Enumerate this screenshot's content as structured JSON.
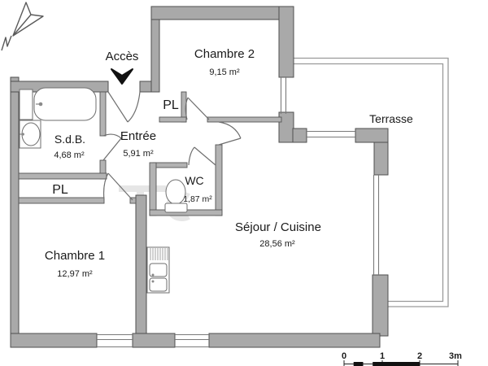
{
  "plan": {
    "access": {
      "label": "Accès"
    },
    "rooms": {
      "chambre2": {
        "name": "Chambre 2",
        "area": "9,15 m²"
      },
      "entree": {
        "name": "Entrée",
        "area": "5,91 m²"
      },
      "sdb": {
        "name": "S.d.B.",
        "area": "4,68 m²"
      },
      "wc": {
        "name": "WC",
        "area": "1,87 m²"
      },
      "chambre1": {
        "name": "Chambre 1",
        "area": "12,97 m²"
      },
      "sejour": {
        "name": "Séjour / Cuisine",
        "area": "28,56 m²"
      },
      "terrasse": {
        "name": "Terrasse"
      }
    },
    "closets": {
      "top": "PL",
      "bottom": "PL"
    },
    "scalebar": {
      "tick0": "0",
      "tick1": "1",
      "tick2": "2",
      "tick3": "3m"
    },
    "colors": {
      "wall": "#a9a9a9",
      "wall_outline": "#4f4f4f",
      "partition": "#b3b3b3",
      "door_line": "#6e6e6e",
      "railing": "#9a9a9a",
      "text": "#1a1a1a",
      "watermark": "#e2e2e2",
      "background": "#ffffff"
    }
  }
}
